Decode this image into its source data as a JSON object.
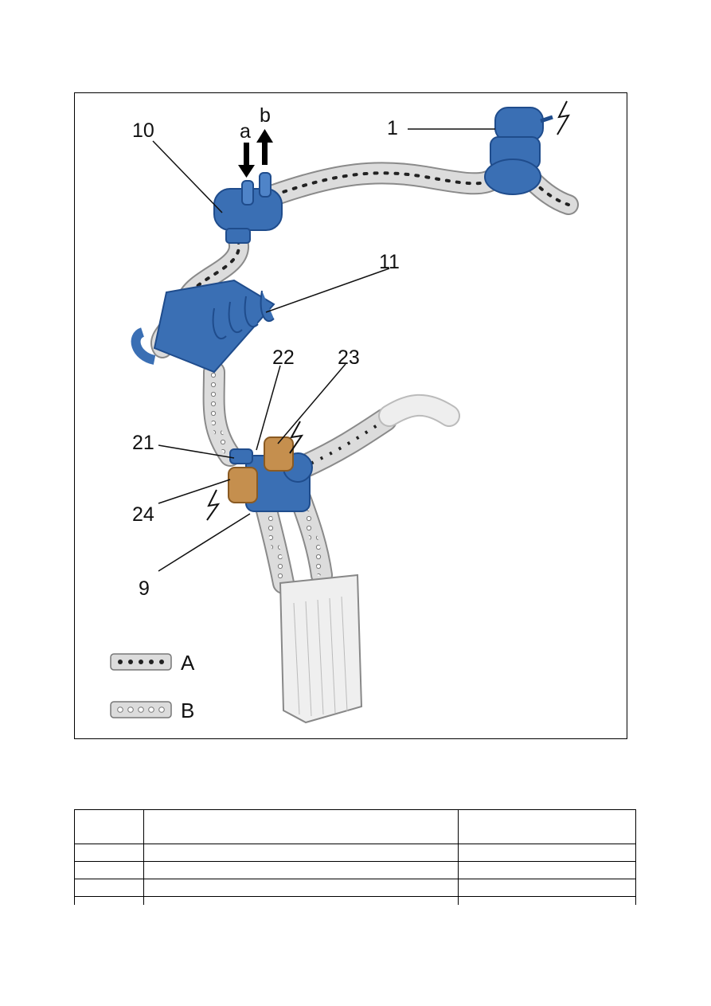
{
  "figure": {
    "callouts": [
      "1",
      "10",
      "a",
      "b",
      "11",
      "22",
      "23",
      "21",
      "24",
      "9"
    ],
    "legend": [
      {
        "symbol": "dark-dots-pipe",
        "label": "A"
      },
      {
        "symbol": "light-dots-pipe",
        "label": "B"
      }
    ],
    "colors": {
      "component_blue": "#3a6fb4",
      "component_dark_blue": "#1f4c8c",
      "valve_tan": "#c58f4e",
      "pipe_fill": "#dcdcdc",
      "pipe_outline": "#8a8a8a"
    }
  },
  "table": {
    "headers": [
      "",
      "",
      ""
    ],
    "rows": [
      [
        "",
        "",
        ""
      ],
      [
        "",
        "",
        ""
      ],
      [
        "",
        "",
        ""
      ],
      [
        "",
        "",
        ""
      ]
    ]
  }
}
